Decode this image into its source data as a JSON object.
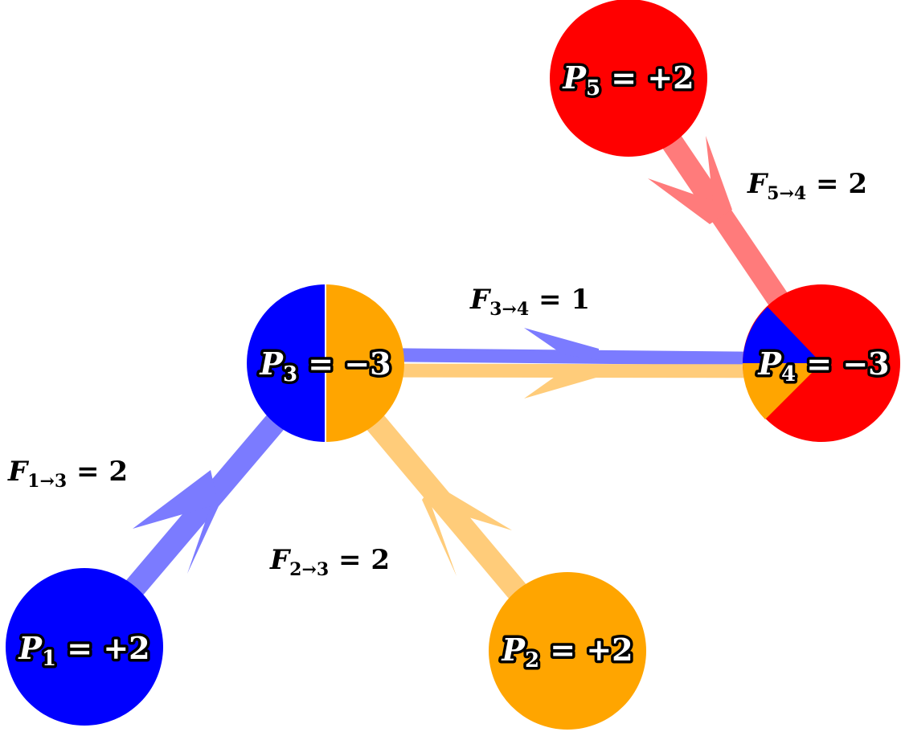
{
  "colors": {
    "blue": "#0000ff",
    "orange": "#ffa500",
    "red": "#ff0000",
    "blue_flow": "#7b7bff",
    "orange_flow": "#ffcc7a",
    "red_flow": "#ff7b7b"
  },
  "nodes": [
    {
      "id": "P1",
      "sym": "P",
      "idx": "1",
      "rest": " = +2",
      "value": 2,
      "fill": "blue"
    },
    {
      "id": "P2",
      "sym": "P",
      "idx": "2",
      "rest": " = +2",
      "value": 2,
      "fill": "orange"
    },
    {
      "id": "P3",
      "sym": "P",
      "idx": "3",
      "rest": " = −3",
      "value": -3,
      "fill": "blue + orange"
    },
    {
      "id": "P4",
      "sym": "P",
      "idx": "4",
      "rest": " = −3",
      "value": -3,
      "fill": "blue + orange + red"
    },
    {
      "id": "P5",
      "sym": "P",
      "idx": "5",
      "rest": " = +2",
      "value": 2,
      "fill": "red"
    }
  ],
  "flows": [
    {
      "id": "F13",
      "sym": "F",
      "sub": "1→3",
      "rest": " = 2",
      "from": "P1",
      "to": "P3",
      "value": 2,
      "color": "blue_flow"
    },
    {
      "id": "F23",
      "sym": "F",
      "sub": "2→3",
      "rest": " = 2",
      "from": "P2",
      "to": "P3",
      "value": 2,
      "color": "orange_flow"
    },
    {
      "id": "F34",
      "sym": "F",
      "sub": "3→4",
      "rest": " = 1",
      "from": "P3",
      "to": "P4",
      "value": 1,
      "color": "blue_flow + orange_flow"
    },
    {
      "id": "F54",
      "sym": "F",
      "sub": "5→4",
      "rest": " = 2",
      "from": "P5",
      "to": "P4",
      "value": 2,
      "color": "red_flow"
    }
  ]
}
